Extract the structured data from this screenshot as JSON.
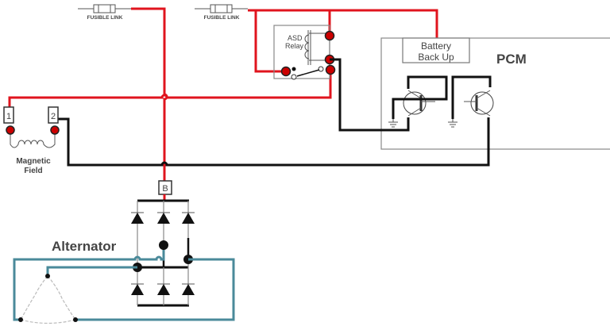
{
  "labels": {
    "fuse1": "FUSIBLE LINK",
    "fuse2": "FUSIBLE LINK",
    "relay_line1": "ASD",
    "relay_line2": "Relay",
    "battery_line1": "Battery",
    "battery_line2": "Back Up",
    "pcm": "PCM",
    "terminal1": "1",
    "terminal2": "2",
    "field_line1": "Magnetic",
    "field_line2": "Field",
    "terminal_b": "B",
    "alternator": "Alternator"
  },
  "colors": {
    "power": "#e0141e",
    "ground_signal": "#111111",
    "stator": "#4a8a9a"
  }
}
